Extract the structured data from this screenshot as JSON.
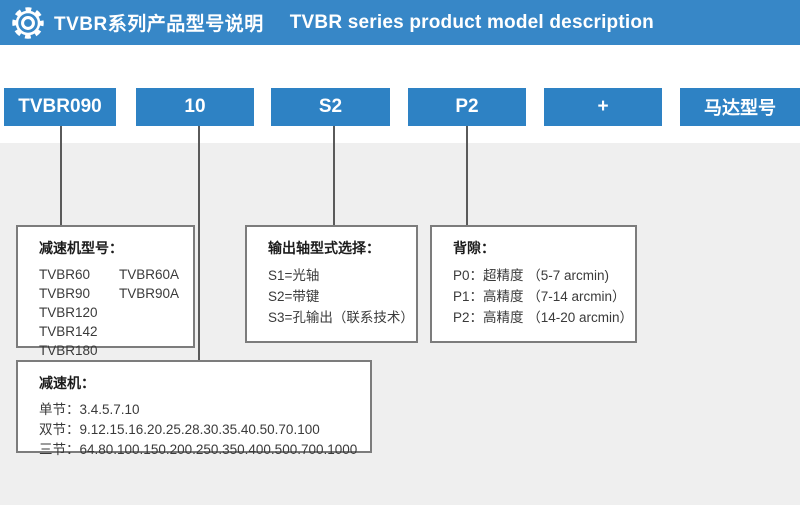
{
  "colors": {
    "header_bg": "#3787c7",
    "code_box_blue": "#2e82c4",
    "panel_gray": "#efefef",
    "connector_line": "#5a5a5a",
    "box_border": "#7c7c7c",
    "text": "#3a3a3a"
  },
  "header": {
    "icon": "gear-icon",
    "title_zh": "TVBR系列产品型号说明",
    "title_en": "TVBR series product model description"
  },
  "model_code_boxes": [
    "TVBR090",
    "10",
    "S2",
    "P2",
    "+",
    "马达型号"
  ],
  "reducer_model_box": {
    "title": "减速机型号：",
    "rows": [
      [
        "TVBR60",
        "TVBR60A"
      ],
      [
        "TVBR90",
        "TVBR90A"
      ],
      [
        "TVBR120",
        ""
      ],
      [
        "TVBR142",
        ""
      ],
      [
        "TVBR180",
        ""
      ]
    ]
  },
  "output_shaft_box": {
    "title": "输出轴型式选择：",
    "lines": [
      "S1=光轴",
      "S2=带键",
      "S3=孔输出（联系技术）"
    ]
  },
  "backlash_box": {
    "title": "背隙：",
    "lines": [
      "P0：超精度 （5-7 arcmin)",
      "P1：高精度 （7-14 arcmin）",
      "P2：高精度 （14-20 arcmin）"
    ]
  },
  "reducer_ratio_box": {
    "title": "减速机：",
    "lines": [
      "单节：3.4.5.7.10",
      "双节：9.12.15.16.20.25.28.30.35.40.50.70.100",
      "三节：64.80.100.150.200.250.350.400.500.700.1000"
    ]
  }
}
